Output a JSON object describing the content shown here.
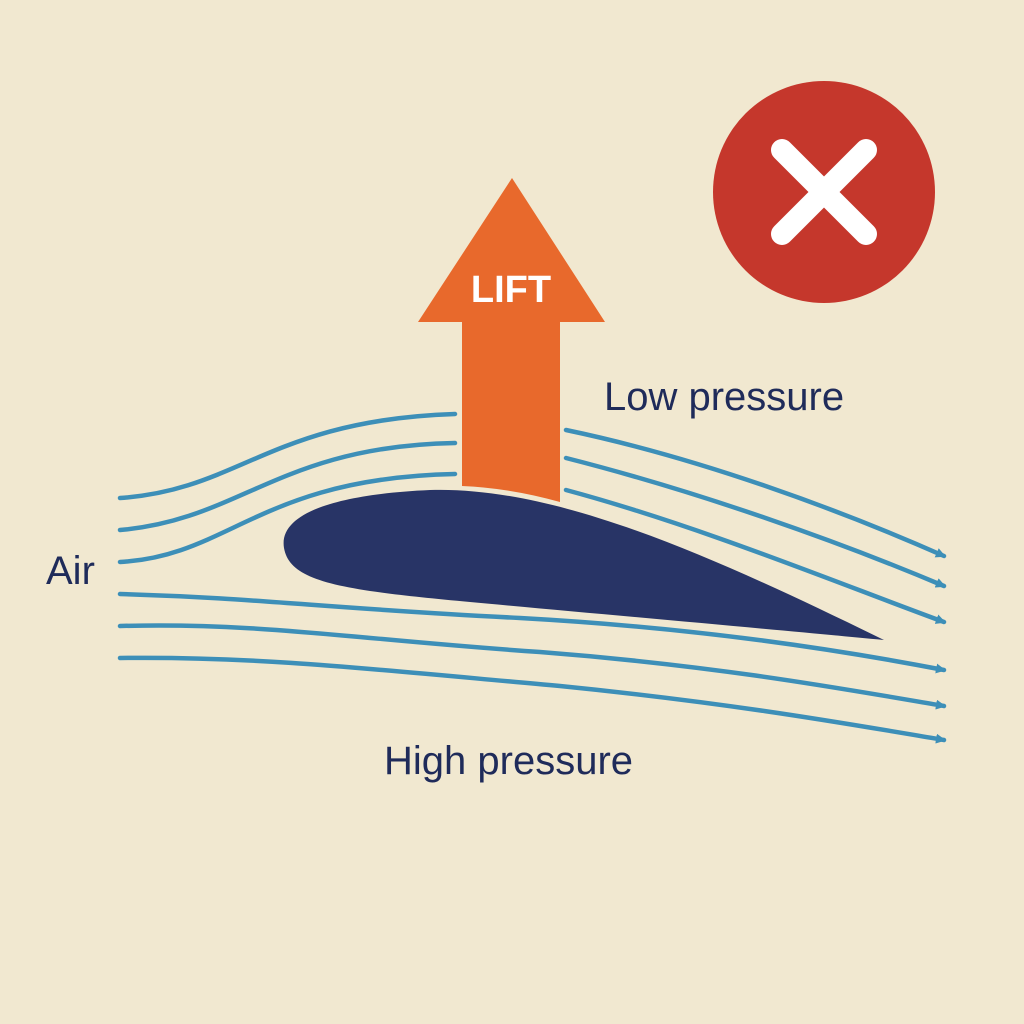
{
  "labels": {
    "lift": "LIFT",
    "low_pressure": "Low pressure",
    "high_pressure": "High pressure",
    "air": "Air"
  },
  "colors": {
    "background": "#f1e8d0",
    "airfoil": "#283466",
    "streamline": "#3d8fb8",
    "lift_arrow": "#e8692c",
    "error_badge": "#c5372c",
    "error_cross": "#ffffff",
    "text": "#1f2b5a"
  },
  "icons": {
    "status": "close-icon"
  }
}
